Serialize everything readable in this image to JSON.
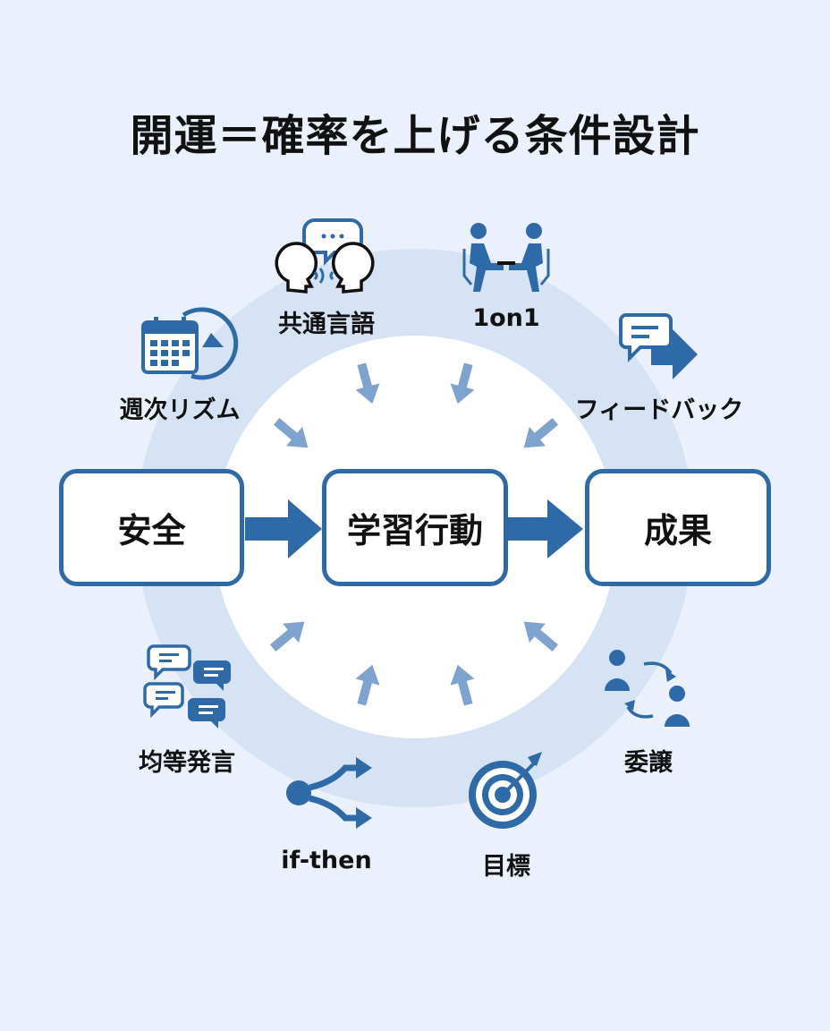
{
  "title": "開運＝確率を上げる条件設計",
  "colors": {
    "primary": "#2f6aa8",
    "secondary": "#7ea3cf",
    "ring": "#d5e3f4",
    "background": "#eaf1fc"
  },
  "flow": {
    "start": "安全",
    "center": "学習行動",
    "end": "成果"
  },
  "conditions": [
    {
      "label": "週次リズム",
      "icon": "calendar-cycle-icon"
    },
    {
      "label": "共通言語",
      "icon": "conversation-icon"
    },
    {
      "label": "1on1",
      "icon": "one-on-one-meeting-icon"
    },
    {
      "label": "フィードバック",
      "icon": "feedback-arrow-icon"
    },
    {
      "label": "均等発言",
      "icon": "chat-bubbles-icon"
    },
    {
      "label": "if-then",
      "icon": "branch-icon"
    },
    {
      "label": "目標",
      "icon": "target-icon"
    },
    {
      "label": "委譲",
      "icon": "delegation-icon"
    }
  ]
}
